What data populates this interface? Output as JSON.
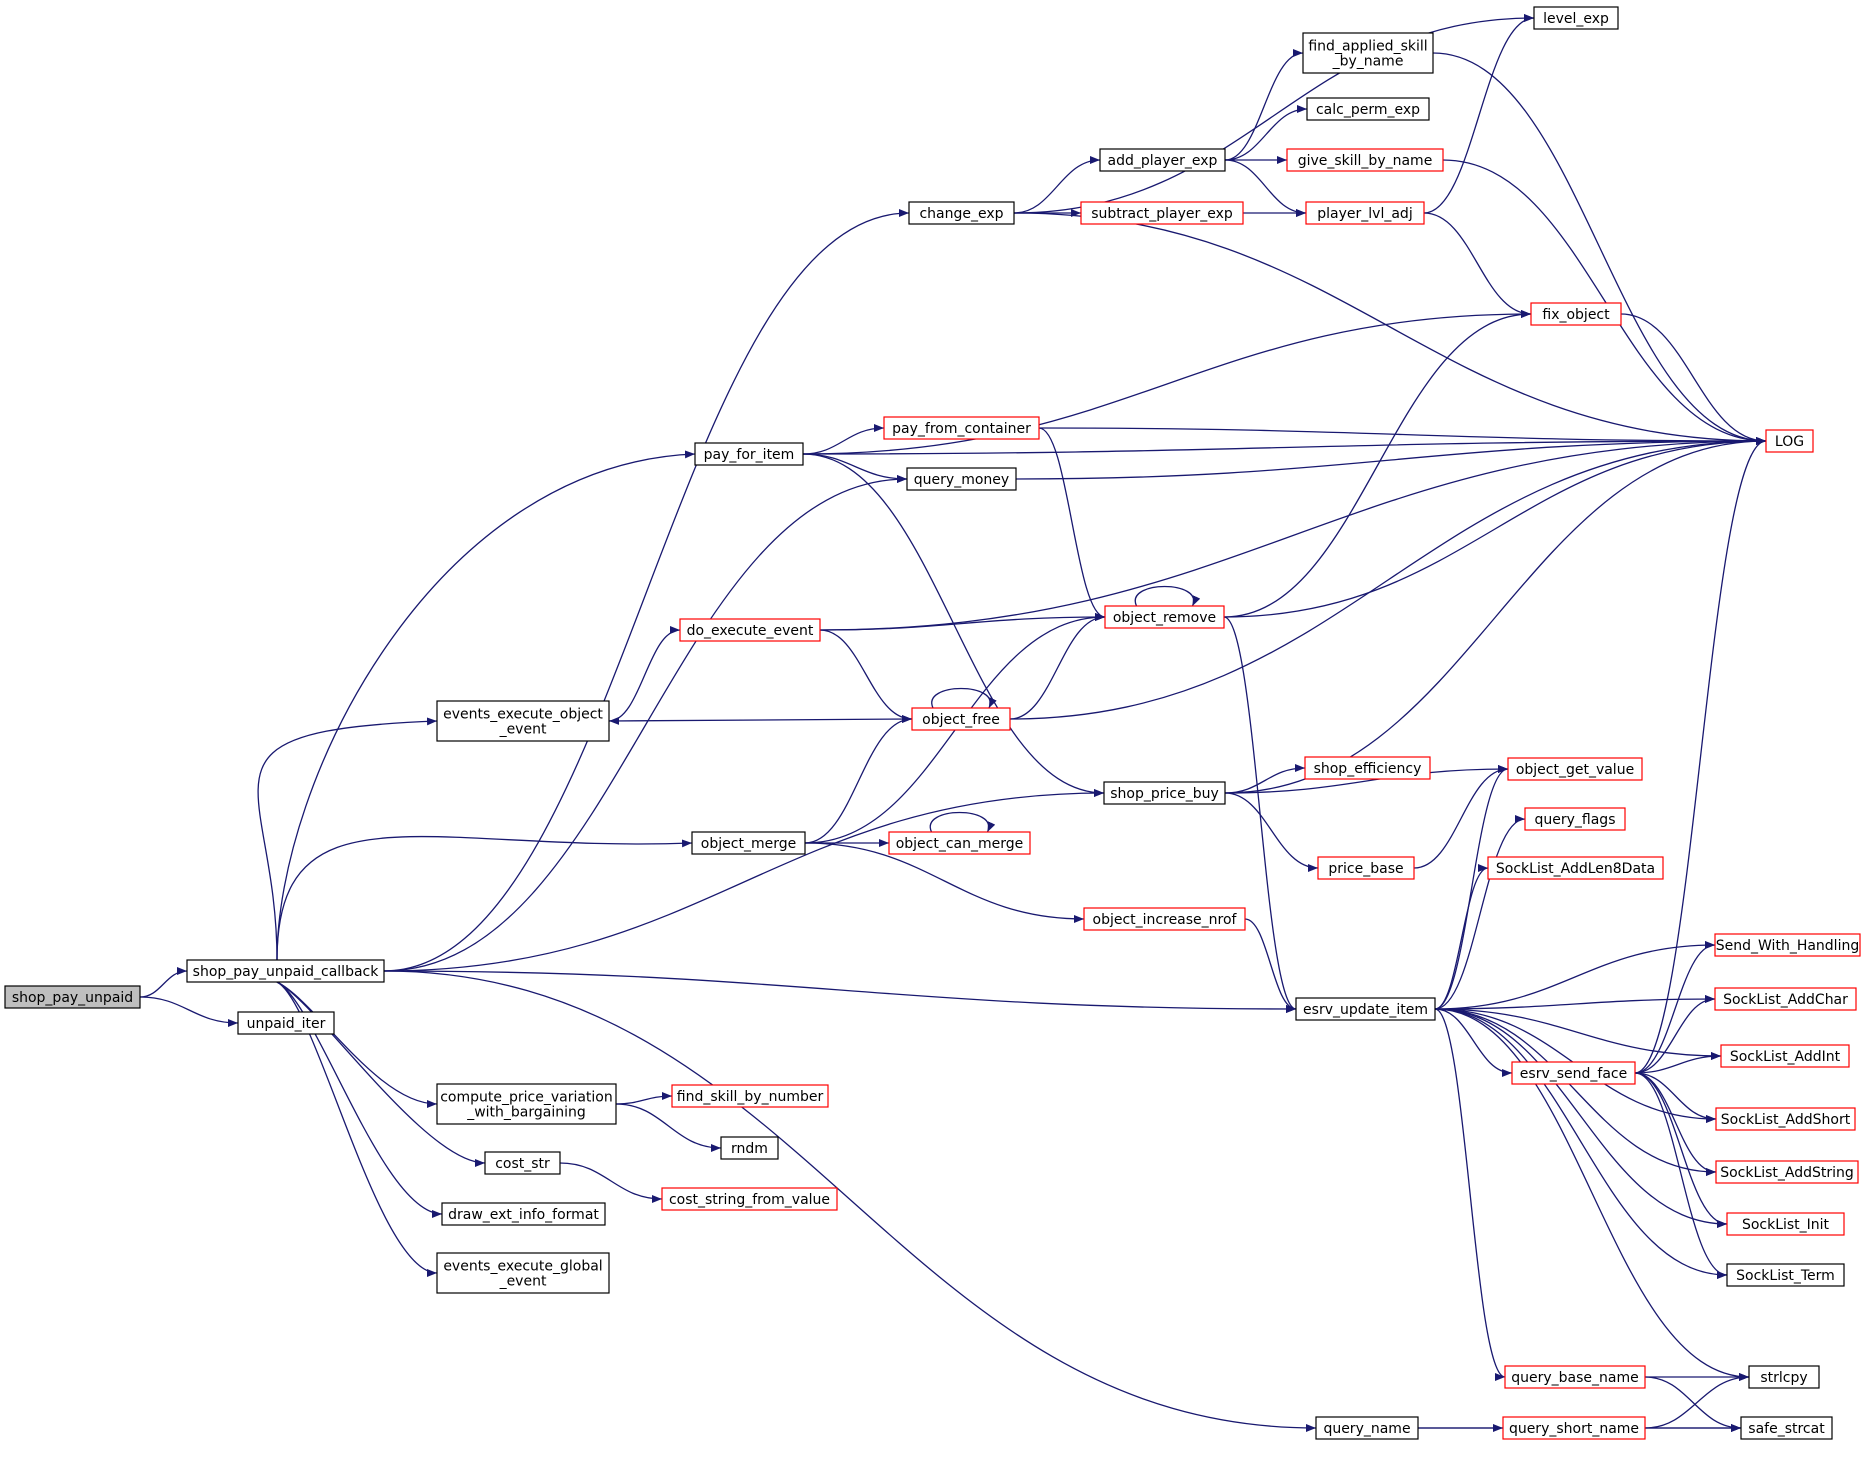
{
  "colors": {
    "edge": "#191970",
    "border_normal": "#000000",
    "border_truncated": "#ff0000",
    "root_fill": "#bfbfbf",
    "fill": "#ffffff"
  },
  "nodes": [
    {
      "id": "shop_pay_unpaid",
      "label": [
        "shop_pay_unpaid"
      ],
      "kind": "root"
    },
    {
      "id": "shop_pay_unpaid_callback",
      "label": [
        "shop_pay_unpaid_callback"
      ],
      "kind": "normal"
    },
    {
      "id": "unpaid_iter",
      "label": [
        "unpaid_iter"
      ],
      "kind": "normal"
    },
    {
      "id": "change_exp",
      "label": [
        "change_exp"
      ],
      "kind": "normal"
    },
    {
      "id": "level_exp",
      "label": [
        "level_exp"
      ],
      "kind": "normal"
    },
    {
      "id": "find_applied_skill_by_name",
      "label": [
        "find_applied_skill",
        "_by_name"
      ],
      "kind": "normal"
    },
    {
      "id": "calc_perm_exp",
      "label": [
        "calc_perm_exp"
      ],
      "kind": "normal"
    },
    {
      "id": "add_player_exp",
      "label": [
        "add_player_exp"
      ],
      "kind": "normal"
    },
    {
      "id": "give_skill_by_name",
      "label": [
        "give_skill_by_name"
      ],
      "kind": "truncated"
    },
    {
      "id": "subtract_player_exp",
      "label": [
        "subtract_player_exp"
      ],
      "kind": "truncated"
    },
    {
      "id": "player_lvl_adj",
      "label": [
        "player_lvl_adj"
      ],
      "kind": "truncated"
    },
    {
      "id": "fix_object",
      "label": [
        "fix_object"
      ],
      "kind": "truncated"
    },
    {
      "id": "LOG",
      "label": [
        "LOG"
      ],
      "kind": "truncated"
    },
    {
      "id": "pay_for_item",
      "label": [
        "pay_for_item"
      ],
      "kind": "normal"
    },
    {
      "id": "pay_from_container",
      "label": [
        "pay_from_container"
      ],
      "kind": "truncated"
    },
    {
      "id": "query_money",
      "label": [
        "query_money"
      ],
      "kind": "normal"
    },
    {
      "id": "do_execute_event",
      "label": [
        "do_execute_event"
      ],
      "kind": "truncated"
    },
    {
      "id": "object_remove",
      "label": [
        "object_remove"
      ],
      "kind": "truncated"
    },
    {
      "id": "events_execute_object_event",
      "label": [
        "events_execute_object",
        "_event"
      ],
      "kind": "normal"
    },
    {
      "id": "object_free",
      "label": [
        "object_free"
      ],
      "kind": "truncated"
    },
    {
      "id": "shop_price_buy",
      "label": [
        "shop_price_buy"
      ],
      "kind": "normal"
    },
    {
      "id": "shop_efficiency",
      "label": [
        "shop_efficiency"
      ],
      "kind": "truncated"
    },
    {
      "id": "object_get_value",
      "label": [
        "object_get_value"
      ],
      "kind": "truncated"
    },
    {
      "id": "object_merge",
      "label": [
        "object_merge"
      ],
      "kind": "normal"
    },
    {
      "id": "object_can_merge",
      "label": [
        "object_can_merge"
      ],
      "kind": "truncated"
    },
    {
      "id": "query_flags",
      "label": [
        "query_flags"
      ],
      "kind": "truncated"
    },
    {
      "id": "price_base",
      "label": [
        "price_base"
      ],
      "kind": "truncated"
    },
    {
      "id": "SockList_AddLen8Data",
      "label": [
        "SockList_AddLen8Data"
      ],
      "kind": "truncated"
    },
    {
      "id": "object_increase_nrof",
      "label": [
        "object_increase_nrof"
      ],
      "kind": "truncated"
    },
    {
      "id": "Send_With_Handling",
      "label": [
        "Send_With_Handling"
      ],
      "kind": "truncated"
    },
    {
      "id": "esrv_update_item",
      "label": [
        "esrv_update_item"
      ],
      "kind": "normal"
    },
    {
      "id": "SockList_AddChar",
      "label": [
        "SockList_AddChar"
      ],
      "kind": "truncated"
    },
    {
      "id": "SockList_AddInt",
      "label": [
        "SockList_AddInt"
      ],
      "kind": "truncated"
    },
    {
      "id": "esrv_send_face",
      "label": [
        "esrv_send_face"
      ],
      "kind": "truncated"
    },
    {
      "id": "SockList_AddShort",
      "label": [
        "SockList_AddShort"
      ],
      "kind": "truncated"
    },
    {
      "id": "SockList_AddString",
      "label": [
        "SockList_AddString"
      ],
      "kind": "truncated"
    },
    {
      "id": "SockList_Init",
      "label": [
        "SockList_Init"
      ],
      "kind": "truncated"
    },
    {
      "id": "SockList_Term",
      "label": [
        "SockList_Term"
      ],
      "kind": "normal"
    },
    {
      "id": "compute_price_variation_with_bargaining",
      "label": [
        "compute_price_variation",
        "_with_bargaining"
      ],
      "kind": "normal"
    },
    {
      "id": "find_skill_by_number",
      "label": [
        "find_skill_by_number"
      ],
      "kind": "truncated"
    },
    {
      "id": "rndm",
      "label": [
        "rndm"
      ],
      "kind": "normal"
    },
    {
      "id": "cost_str",
      "label": [
        "cost_str"
      ],
      "kind": "normal"
    },
    {
      "id": "cost_string_from_value",
      "label": [
        "cost_string_from_value"
      ],
      "kind": "truncated"
    },
    {
      "id": "draw_ext_info_format",
      "label": [
        "draw_ext_info_format"
      ],
      "kind": "normal"
    },
    {
      "id": "events_execute_global_event",
      "label": [
        "events_execute_global",
        "_event"
      ],
      "kind": "normal"
    },
    {
      "id": "query_base_name",
      "label": [
        "query_base_name"
      ],
      "kind": "truncated"
    },
    {
      "id": "strlcpy",
      "label": [
        "strlcpy"
      ],
      "kind": "normal"
    },
    {
      "id": "query_name",
      "label": [
        "query_name"
      ],
      "kind": "normal"
    },
    {
      "id": "query_short_name",
      "label": [
        "query_short_name"
      ],
      "kind": "truncated"
    },
    {
      "id": "safe_strcat",
      "label": [
        "safe_strcat"
      ],
      "kind": "normal"
    }
  ],
  "edges": [
    [
      "shop_pay_unpaid",
      "shop_pay_unpaid_callback"
    ],
    [
      "shop_pay_unpaid",
      "unpaid_iter"
    ],
    [
      "shop_pay_unpaid_callback",
      "change_exp"
    ],
    [
      "shop_pay_unpaid_callback",
      "pay_for_item"
    ],
    [
      "shop_pay_unpaid_callback",
      "query_money"
    ],
    [
      "shop_pay_unpaid_callback",
      "events_execute_object_event"
    ],
    [
      "shop_pay_unpaid_callback",
      "object_merge"
    ],
    [
      "shop_pay_unpaid_callback",
      "shop_price_buy"
    ],
    [
      "shop_pay_unpaid_callback",
      "esrv_update_item"
    ],
    [
      "shop_pay_unpaid_callback",
      "query_name"
    ],
    [
      "shop_pay_unpaid_callback",
      "compute_price_variation_with_bargaining"
    ],
    [
      "shop_pay_unpaid_callback",
      "cost_str"
    ],
    [
      "shop_pay_unpaid_callback",
      "draw_ext_info_format"
    ],
    [
      "shop_pay_unpaid_callback",
      "events_execute_global_event"
    ],
    [
      "change_exp",
      "level_exp"
    ],
    [
      "change_exp",
      "add_player_exp"
    ],
    [
      "change_exp",
      "subtract_player_exp"
    ],
    [
      "change_exp",
      "LOG"
    ],
    [
      "add_player_exp",
      "find_applied_skill_by_name"
    ],
    [
      "add_player_exp",
      "calc_perm_exp"
    ],
    [
      "add_player_exp",
      "give_skill_by_name"
    ],
    [
      "add_player_exp",
      "player_lvl_adj"
    ],
    [
      "subtract_player_exp",
      "player_lvl_adj"
    ],
    [
      "find_applied_skill_by_name",
      "LOG"
    ],
    [
      "give_skill_by_name",
      "LOG"
    ],
    [
      "player_lvl_adj",
      "level_exp"
    ],
    [
      "player_lvl_adj",
      "fix_object"
    ],
    [
      "fix_object",
      "LOG"
    ],
    [
      "pay_for_item",
      "fix_object"
    ],
    [
      "pay_for_item",
      "LOG"
    ],
    [
      "pay_for_item",
      "pay_from_container"
    ],
    [
      "pay_for_item",
      "query_money"
    ],
    [
      "pay_for_item",
      "shop_price_buy"
    ],
    [
      "pay_from_container",
      "LOG"
    ],
    [
      "pay_from_container",
      "object_remove"
    ],
    [
      "query_money",
      "LOG"
    ],
    [
      "do_execute_event",
      "LOG"
    ],
    [
      "do_execute_event",
      "object_remove"
    ],
    [
      "do_execute_event",
      "object_free"
    ],
    [
      "object_remove",
      "object_remove"
    ],
    [
      "object_remove",
      "fix_object"
    ],
    [
      "object_remove",
      "LOG"
    ],
    [
      "object_remove",
      "esrv_update_item"
    ],
    [
      "events_execute_object_event",
      "do_execute_event"
    ],
    [
      "object_free",
      "object_free"
    ],
    [
      "object_free",
      "object_remove"
    ],
    [
      "object_free",
      "events_execute_object_event"
    ],
    [
      "object_free",
      "LOG"
    ],
    [
      "object_merge",
      "object_free"
    ],
    [
      "object_merge",
      "object_remove"
    ],
    [
      "object_merge",
      "object_can_merge"
    ],
    [
      "object_merge",
      "object_increase_nrof"
    ],
    [
      "object_can_merge",
      "object_can_merge"
    ],
    [
      "object_increase_nrof",
      "esrv_update_item"
    ],
    [
      "shop_price_buy",
      "LOG"
    ],
    [
      "shop_price_buy",
      "shop_efficiency"
    ],
    [
      "shop_price_buy",
      "object_get_value"
    ],
    [
      "shop_price_buy",
      "price_base"
    ],
    [
      "price_base",
      "object_get_value"
    ],
    [
      "esrv_update_item",
      "object_get_value"
    ],
    [
      "esrv_update_item",
      "query_flags"
    ],
    [
      "esrv_update_item",
      "SockList_AddLen8Data"
    ],
    [
      "esrv_update_item",
      "Send_With_Handling"
    ],
    [
      "esrv_update_item",
      "SockList_AddChar"
    ],
    [
      "esrv_update_item",
      "SockList_AddInt"
    ],
    [
      "esrv_update_item",
      "esrv_send_face"
    ],
    [
      "esrv_update_item",
      "SockList_AddShort"
    ],
    [
      "esrv_update_item",
      "SockList_AddString"
    ],
    [
      "esrv_update_item",
      "SockList_Init"
    ],
    [
      "esrv_update_item",
      "SockList_Term"
    ],
    [
      "esrv_update_item",
      "strlcpy"
    ],
    [
      "esrv_update_item",
      "query_base_name"
    ],
    [
      "esrv_send_face",
      "LOG"
    ],
    [
      "esrv_send_face",
      "Send_With_Handling"
    ],
    [
      "esrv_send_face",
      "SockList_AddChar"
    ],
    [
      "esrv_send_face",
      "SockList_AddInt"
    ],
    [
      "esrv_send_face",
      "SockList_AddShort"
    ],
    [
      "esrv_send_face",
      "SockList_AddString"
    ],
    [
      "esrv_send_face",
      "SockList_Init"
    ],
    [
      "esrv_send_face",
      "SockList_Term"
    ],
    [
      "compute_price_variation_with_bargaining",
      "find_skill_by_number"
    ],
    [
      "compute_price_variation_with_bargaining",
      "rndm"
    ],
    [
      "cost_str",
      "cost_string_from_value"
    ],
    [
      "query_base_name",
      "strlcpy"
    ],
    [
      "query_base_name",
      "safe_strcat"
    ],
    [
      "query_name",
      "query_short_name"
    ],
    [
      "query_name",
      "safe_strcat"
    ],
    [
      "query_short_name",
      "strlcpy"
    ],
    [
      "query_short_name",
      "safe_strcat"
    ]
  ]
}
